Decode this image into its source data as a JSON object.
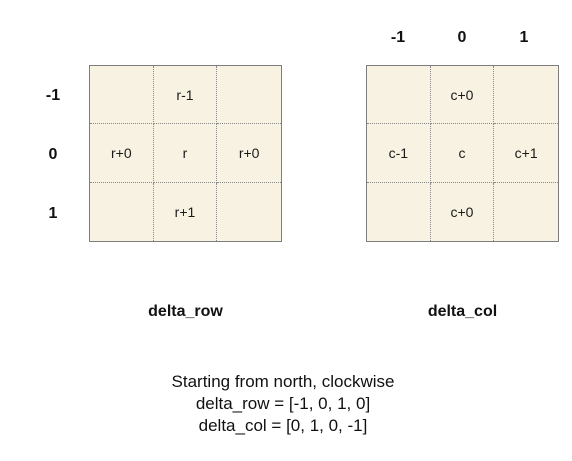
{
  "row_axis": [
    "-1",
    "0",
    "1"
  ],
  "col_axis": [
    "-1",
    "0",
    "1"
  ],
  "delta_row_grid": {
    "title": "delta_row",
    "cells": [
      "",
      "r-1",
      "",
      "r+0",
      "r",
      "r+0",
      "",
      "r+1",
      ""
    ]
  },
  "delta_col_grid": {
    "title": "delta_col",
    "cells": [
      "",
      "c+0",
      "",
      "c-1",
      "c",
      "c+1",
      "",
      "c+0",
      ""
    ]
  },
  "caption": [
    "Starting from north, clockwise",
    "delta_row = [-1, 0, 1, 0]",
    "delta_col = [0, 1, 0, -1]"
  ],
  "colors": {
    "cell_fill": "#f7f2e2",
    "grid_border": "#7d7d7d",
    "divider": "#8a8a8a"
  }
}
